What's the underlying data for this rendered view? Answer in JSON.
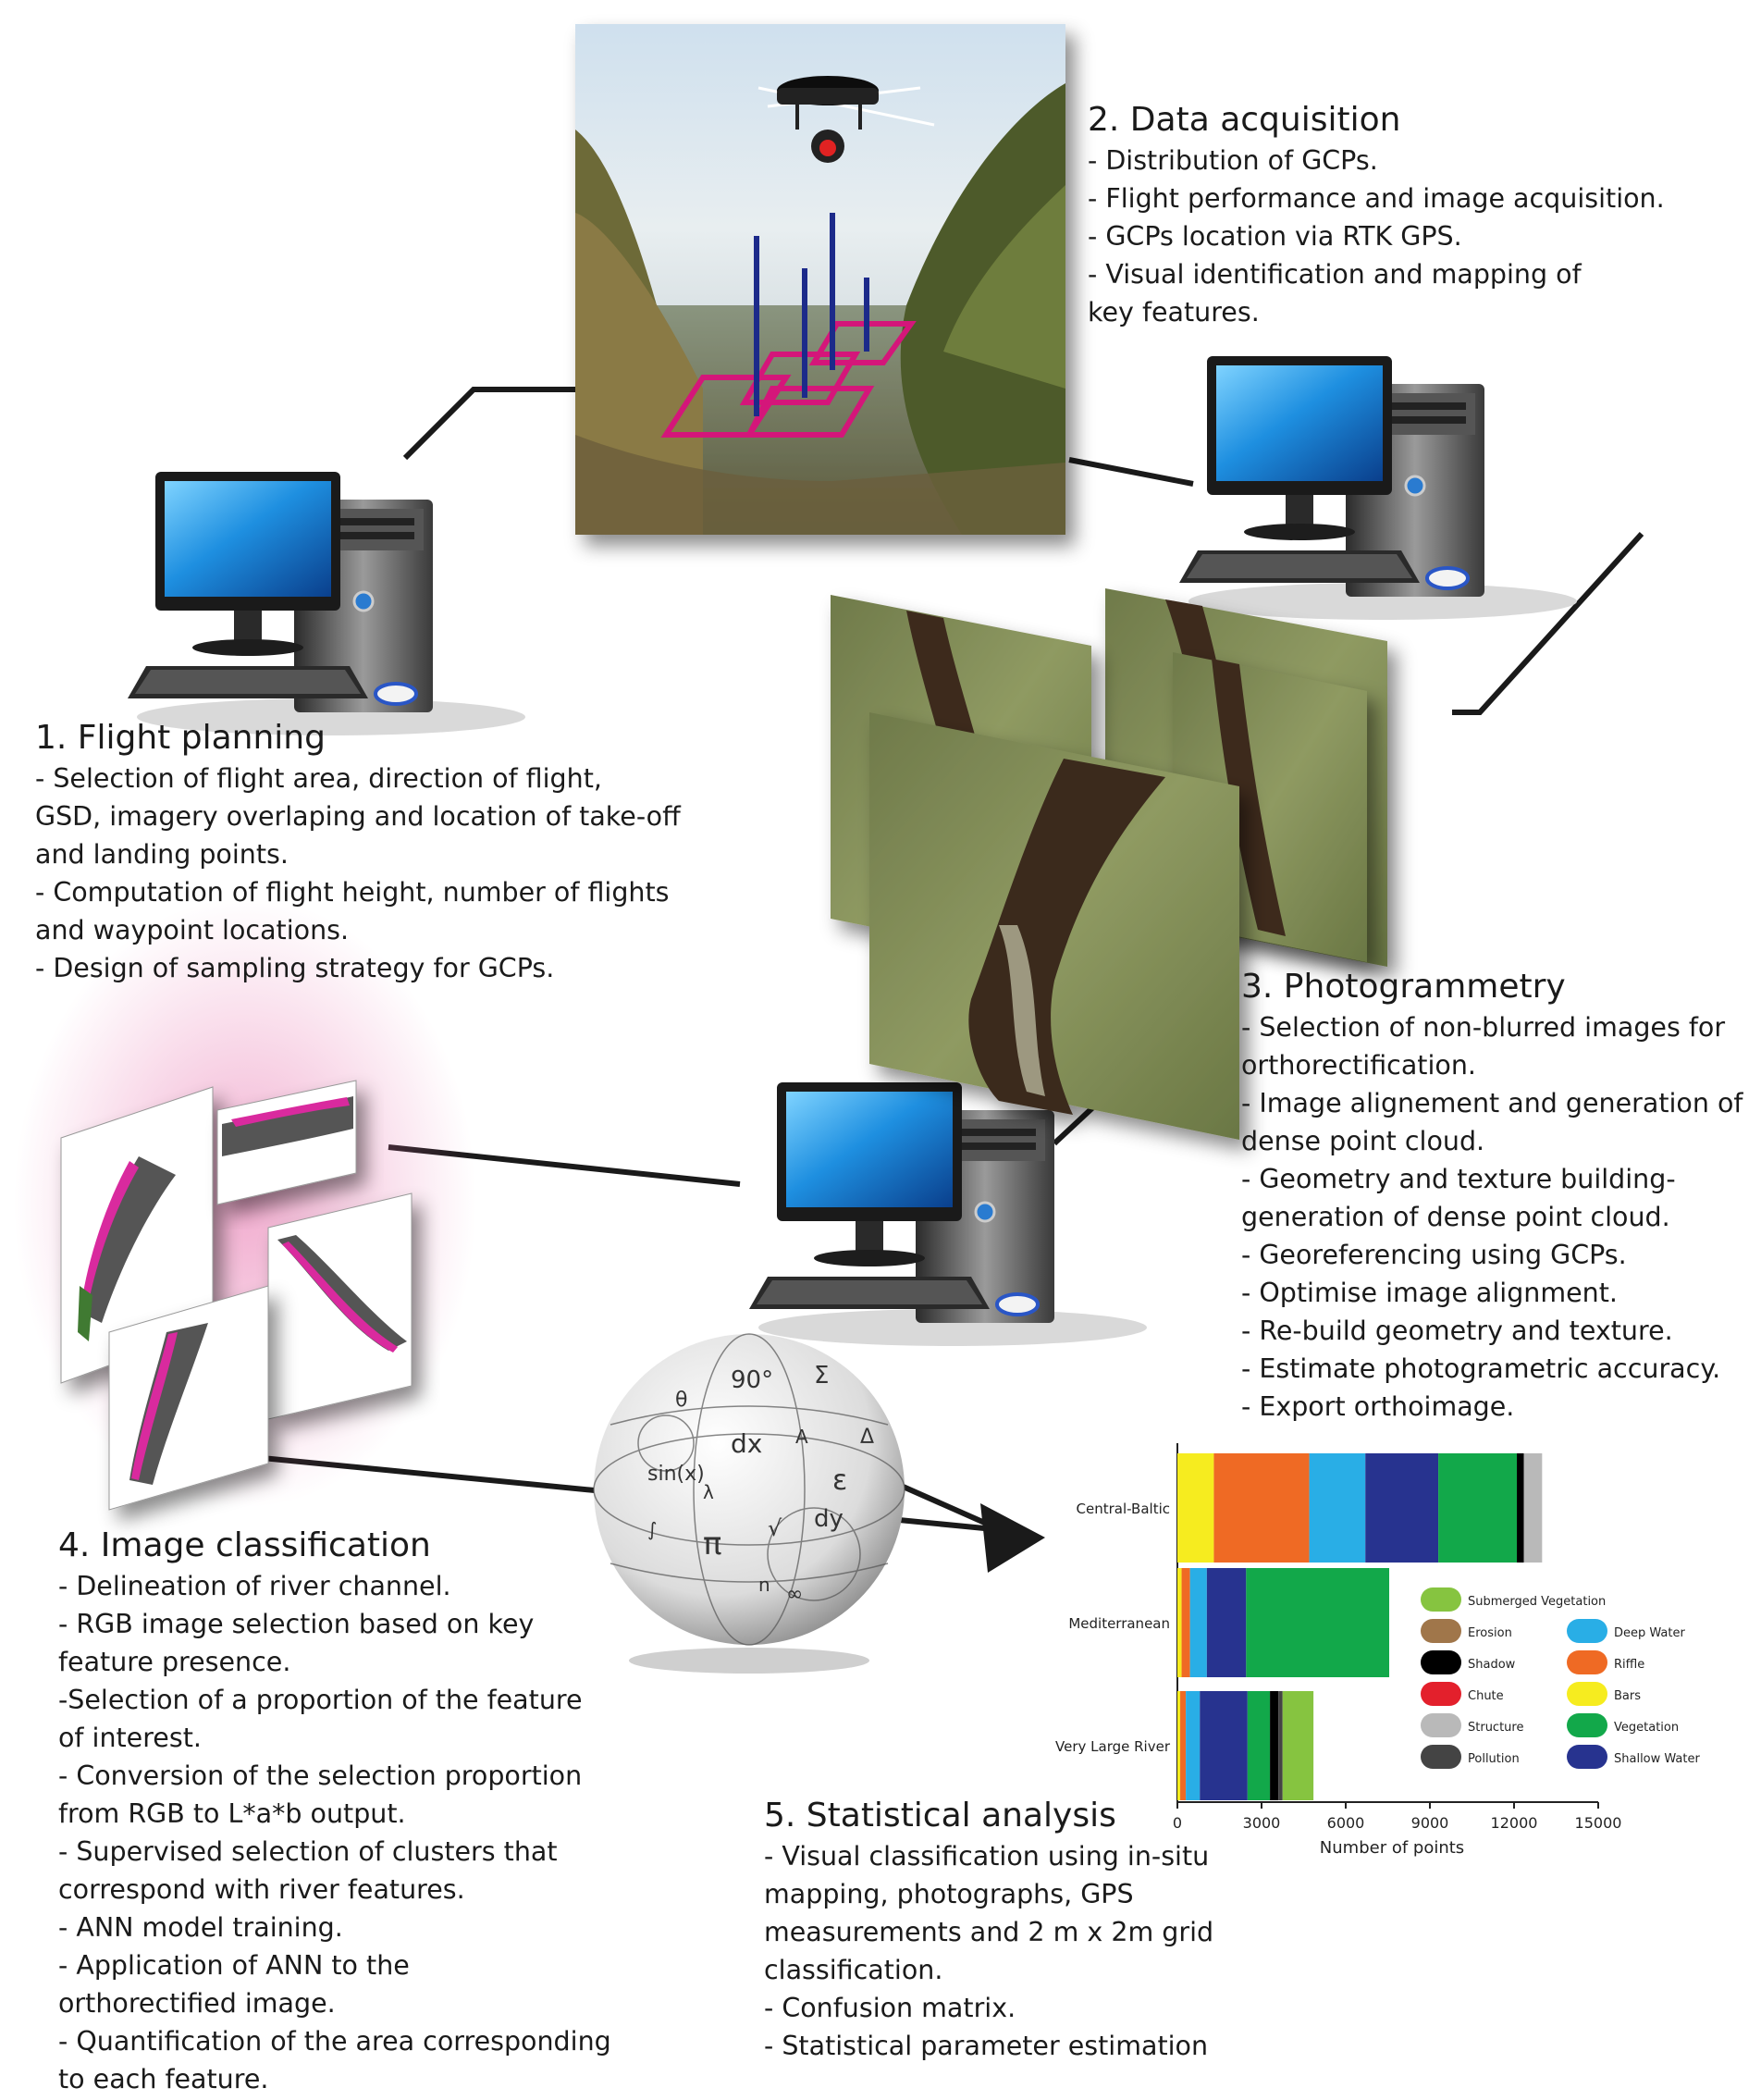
{
  "steps": [
    {
      "id": "step1",
      "title": "1. Flight planning",
      "items": [
        "- Selection of flight area, direction of flight,",
        "GSD, imagery overlaping and location of take-off",
        "and landing points.",
        "- Computation of flight height, number of flights",
        "and waypoint locations.",
        "- Design of sampling strategy for GCPs."
      ]
    },
    {
      "id": "step2",
      "title": "2. Data acquisition",
      "items": [
        "- Distribution of GCPs.",
        "- Flight performance and image acquisition.",
        "- GCPs location via RTK GPS.",
        "- Visual identification and mapping of",
        "key features."
      ]
    },
    {
      "id": "step3",
      "title": "3. Photogrammetry",
      "items": [
        "- Selection of non-blurred images for",
        "orthorectification.",
        "- Image alignement and generation of",
        "dense point cloud.",
        "- Geometry and texture building-",
        "generation of dense point cloud.",
        "- Georeferencing using GCPs.",
        "- Optimise image alignment.",
        "- Re-build geometry and texture.",
        "- Estimate photogrametric accuracy.",
        "- Export orthoimage."
      ]
    },
    {
      "id": "step4",
      "title": "4. Image classification",
      "items": [
        "- Delineation of river channel.",
        "- RGB image selection based on key",
        "feature presence.",
        "-Selection of a proportion of the feature",
        "of interest.",
        "- Conversion of the selection proportion",
        "from RGB to L*a*b output.",
        "- Supervised selection of clusters that",
        "correspond with river features.",
        "- ANN model training.",
        "- Application of ANN to the",
        "orthorectified image.",
        "- Quantification of the area corresponding",
        "to each feature."
      ]
    },
    {
      "id": "step5",
      "title": "5. Statistical analysis",
      "items": [
        "- Visual classification using in-situ",
        "mapping, photographs, GPS",
        "measurements and 2 m x 2m grid",
        "classification.",
        "- Confusion matrix.",
        "- Statistical parameter estimation"
      ]
    }
  ],
  "sphere_glyphs": [
    "90°",
    "Σ",
    "π",
    "ε",
    "dx",
    "dy",
    "sin(x)",
    "∞",
    "θ",
    "Δ",
    "√",
    "∫",
    "A",
    "λ",
    "n"
  ],
  "chart_data": {
    "type": "bar",
    "orientation": "horizontal",
    "stacked": true,
    "categories": [
      "Central-Baltic",
      "Mediterranean",
      "Very Large River"
    ],
    "xlabel": "Number of points",
    "xlim": [
      0,
      15000
    ],
    "xticks": [
      0,
      3000,
      6000,
      9000,
      12000,
      15000
    ],
    "grid": false,
    "legend_position": "right",
    "legend_order": [
      "Submerged Vegetation",
      "Deep Water",
      "Erosion",
      "Riffle",
      "Shadow",
      "Bars",
      "Chute",
      "Vegetation",
      "Structure",
      "Shallow Water",
      "Pollution"
    ],
    "series": [
      {
        "name": "Bars",
        "color": "#f6ec1f",
        "values": [
          1300,
          150,
          100
        ]
      },
      {
        "name": "Riffle",
        "color": "#ef6a24",
        "values": [
          3400,
          300,
          200
        ]
      },
      {
        "name": "Deep Water",
        "color": "#29aee6",
        "values": [
          2000,
          600,
          500
        ]
      },
      {
        "name": "Shallow Water",
        "color": "#27338f",
        "values": [
          2600,
          1400,
          1700
        ]
      },
      {
        "name": "Vegetation",
        "color": "#12a84a",
        "values": [
          2800,
          5100,
          800
        ]
      },
      {
        "name": "Erosion",
        "color": "#a0764a",
        "values": [
          0,
          0,
          0
        ]
      },
      {
        "name": "Shadow",
        "color": "#000000",
        "values": [
          250,
          0,
          300
        ]
      },
      {
        "name": "Pollution",
        "color": "#444444",
        "values": [
          0,
          0,
          150
        ]
      },
      {
        "name": "Structure",
        "color": "#b9b9b9",
        "values": [
          650,
          0,
          0
        ]
      },
      {
        "name": "Chute",
        "color": "#e3202c",
        "values": [
          0,
          0,
          0
        ]
      },
      {
        "name": "Submerged Vegetation",
        "color": "#86c440",
        "values": [
          0,
          0,
          1100
        ]
      }
    ]
  }
}
